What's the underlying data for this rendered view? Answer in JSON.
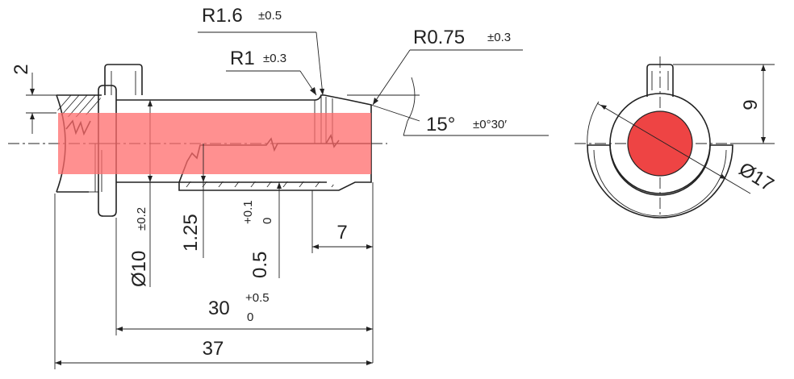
{
  "dimensions": {
    "r16": {
      "label": "R1.6",
      "tol": "±0.5"
    },
    "r1": {
      "label": "R1",
      "tol": "±0.3"
    },
    "r075": {
      "label": "R0.75",
      "tol": "±0.3"
    },
    "angle": {
      "label": "15°",
      "tol": "±0°30′"
    },
    "step2": {
      "label": "2"
    },
    "dia10": {
      "label": "Ø10",
      "tol": "±0.2"
    },
    "d125": {
      "label": "1.25"
    },
    "d05": {
      "label": "0.5",
      "tol_upper": "+0.1",
      "tol_lower": "0"
    },
    "d7": {
      "label": "7"
    },
    "d30": {
      "label": "30",
      "tol_upper": "+0.5",
      "tol_lower": "0"
    },
    "d37": {
      "label": "37"
    },
    "h9": {
      "label": "9"
    },
    "dia17": {
      "label": "Ø17"
    }
  },
  "colors": {
    "highlight": "#ff6b6b",
    "line": "#222222"
  }
}
